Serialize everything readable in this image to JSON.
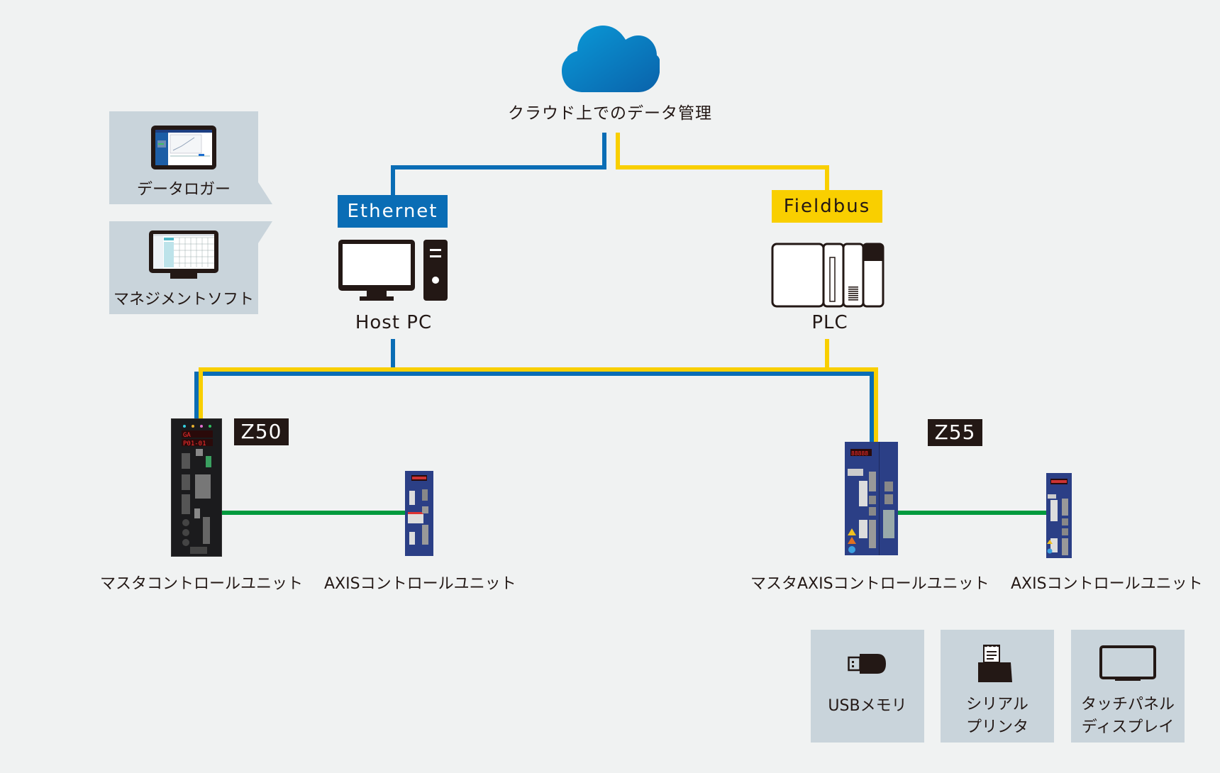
{
  "diagram": {
    "cloud": {
      "label": "クラウド上でのデータ管理",
      "icon": "cloud-icon"
    },
    "networks": {
      "ethernet": {
        "label": "Ethernet",
        "color": "#0a6db5"
      },
      "fieldbus": {
        "label": "Fieldbus",
        "color": "#f9cf00"
      },
      "axis_link": {
        "color": "#009a3e"
      }
    },
    "devices": {
      "host_pc": {
        "label": "Host PC",
        "icon": "desktop-pc-icon"
      },
      "plc": {
        "label": "PLC",
        "icon": "plc-icon"
      }
    },
    "software": [
      {
        "label": "データロガー",
        "icon": "tablet-screen-icon"
      },
      {
        "label": "マネジメントソフト",
        "icon": "monitor-screen-icon"
      }
    ],
    "systems": [
      {
        "model": "Z50",
        "master_label": "マスタコントロールユニット",
        "axis_label": "AXISコントロールユニット"
      },
      {
        "model": "Z55",
        "master_label": "マスタAXISコントロールユニット",
        "axis_label": "AXISコントロールユニット"
      }
    ],
    "peripherals": [
      {
        "label_lines": [
          "USBメモリ"
        ],
        "icon": "usb-memory-icon"
      },
      {
        "label_lines": [
          "シリアル",
          "プリンタ"
        ],
        "icon": "receipt-printer-icon"
      },
      {
        "label_lines": [
          "タッチパネル",
          "ディスプレイ"
        ],
        "icon": "touch-panel-icon"
      }
    ],
    "colors": {
      "background": "#f0f2f2",
      "panel": "#c9d4db",
      "ink": "#231815",
      "cloud_light": "#0a9ad8",
      "cloud_dark": "#0a62aa"
    }
  }
}
